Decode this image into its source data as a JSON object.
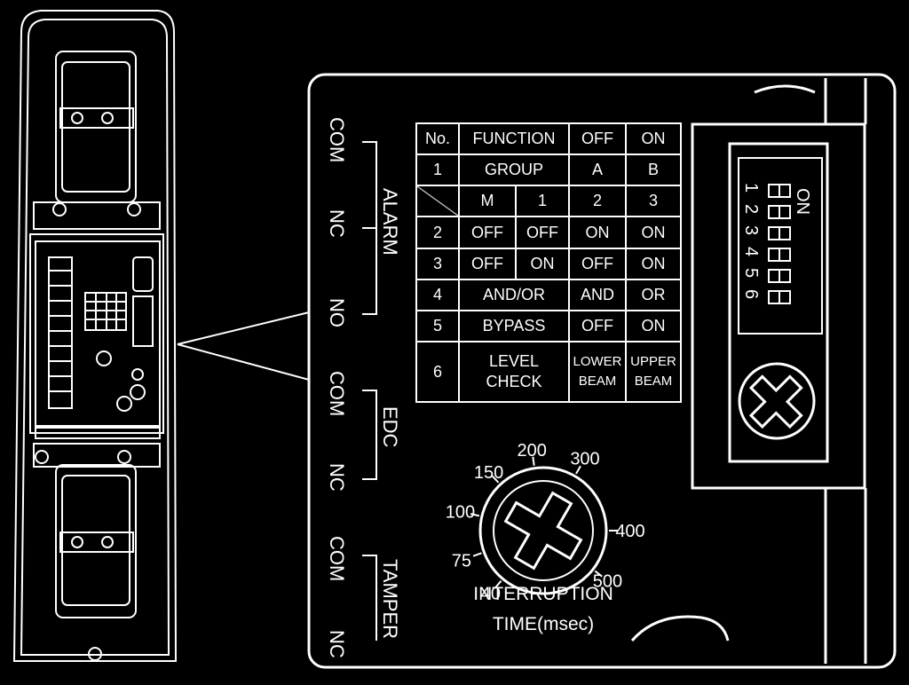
{
  "terminals": {
    "alarm": {
      "group_label": "ALARM",
      "com": "COM",
      "nc": "NC",
      "no": "NO"
    },
    "edc": {
      "group_label": "EDC",
      "com": "COM",
      "nc": "NC"
    },
    "tamper": {
      "group_label": "TAMPER",
      "com": "COM",
      "nc": "NC"
    }
  },
  "function_table": {
    "header": {
      "no": "No.",
      "function": "FUNCTION",
      "off": "OFF",
      "on": "ON"
    },
    "row1": {
      "no": "1",
      "function": "GROUP",
      "off": "A",
      "on": "B"
    },
    "sub_header": {
      "m": "M",
      "c1": "1",
      "c2": "2",
      "c3": "3"
    },
    "row2": {
      "no": "2",
      "m": "OFF",
      "c1": "OFF",
      "c2": "ON",
      "c3": "ON"
    },
    "row3": {
      "no": "3",
      "m": "OFF",
      "c1": "ON",
      "c2": "OFF",
      "c3": "ON"
    },
    "row4": {
      "no": "4",
      "function": "AND/OR",
      "off": "AND",
      "on": "OR"
    },
    "row5": {
      "no": "5",
      "function": "BYPASS",
      "off": "OFF",
      "on": "ON"
    },
    "row6": {
      "no": "6",
      "function_line1": "LEVEL",
      "function_line2": "CHECK",
      "off_line1": "LOWER",
      "off_line2": "BEAM",
      "on_line1": "UPPER",
      "on_line2": "BEAM"
    }
  },
  "dial": {
    "ticks": [
      "40",
      "75",
      "100",
      "150",
      "200",
      "300",
      "400",
      "500"
    ],
    "caption_line1": "INTERRUPTION",
    "caption_line2": "TIME(msec)"
  },
  "dip_switch": {
    "on_label": "ON",
    "numbers": [
      "1",
      "2",
      "3",
      "4",
      "5",
      "6"
    ]
  }
}
